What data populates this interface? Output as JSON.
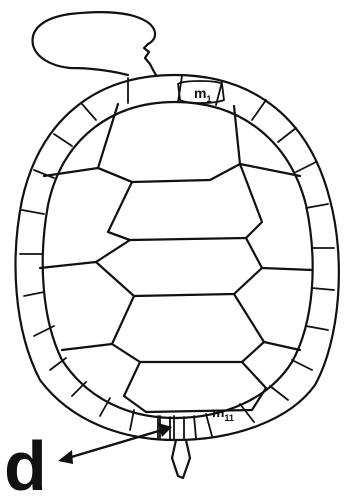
{
  "figure": {
    "panel_letter": "d",
    "labels": {
      "m1": {
        "main": "m",
        "sub": "1"
      },
      "m11": {
        "main": "m",
        "sub": "11"
      }
    },
    "colors": {
      "ink": "#111111",
      "background": "#ffffff"
    }
  }
}
